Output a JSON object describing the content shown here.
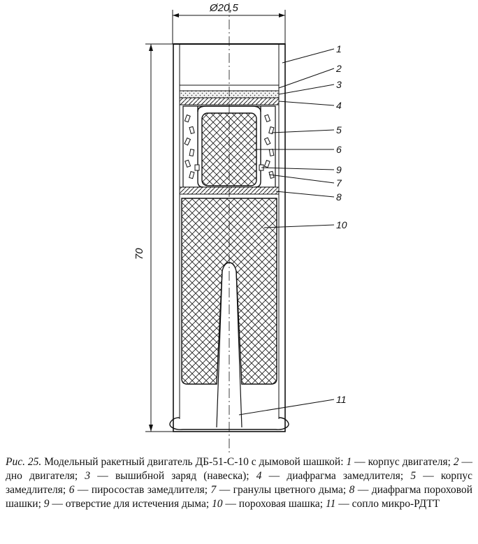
{
  "figure": {
    "dimension_diameter": "Ø20,5",
    "dimension_length": "70",
    "callouts": [
      "1",
      "2",
      "3",
      "4",
      "5",
      "6",
      "9",
      "7",
      "8",
      "10",
      "11"
    ]
  },
  "caption": {
    "fig_label": "Рис. 25.",
    "title": "Модельный ракетный двигатель ДБ-51-С-10 с дымовой шашкой:",
    "items": [
      {
        "num": "1",
        "text": "корпус двигателя;"
      },
      {
        "num": "2",
        "text": "дно двигателя;"
      },
      {
        "num": "3",
        "text": "вышибной заряд (навеска);"
      },
      {
        "num": "4",
        "text": "диафрагма замедлителя;"
      },
      {
        "num": "5",
        "text": "корпус замедлителя;"
      },
      {
        "num": "6",
        "text": "пиросостав замедлителя;"
      },
      {
        "num": "7",
        "text": "гранулы цветного дыма;"
      },
      {
        "num": "8",
        "text": "диафрагма пороховой шашки;"
      },
      {
        "num": "9",
        "text": "отверстие для истечения дыма;"
      },
      {
        "num": "10",
        "text": "пороховая шашка;"
      },
      {
        "num": "11",
        "text": "сопло микро-РДТТ"
      }
    ]
  }
}
